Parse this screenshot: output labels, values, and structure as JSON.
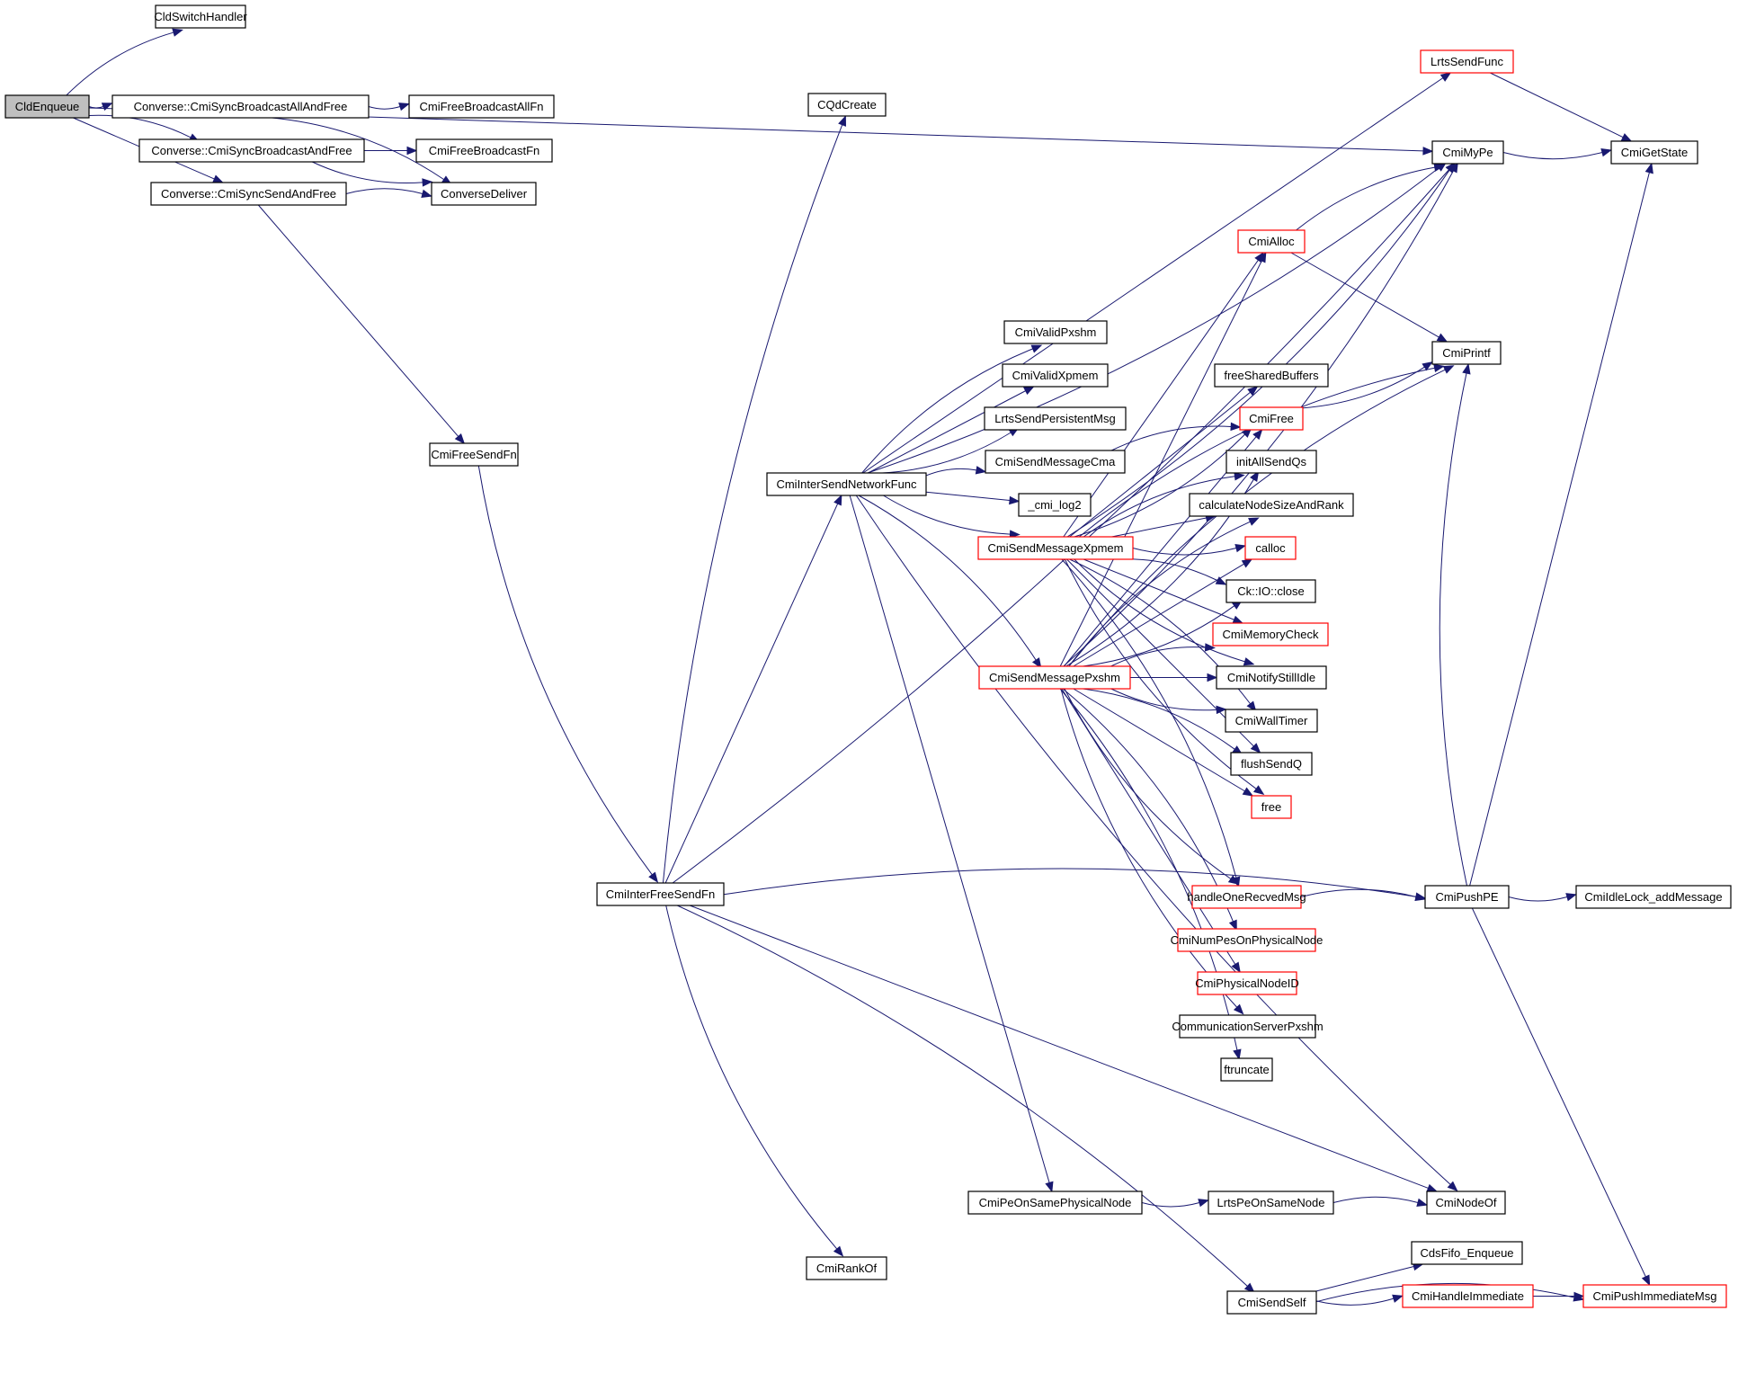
{
  "graph_title": "Call graph for CldEnqueue",
  "colors": {
    "edge": "#191970",
    "node_border": "#000000",
    "truncated_node_border": "#ff0000",
    "root_fill": "#bfbfbf"
  },
  "nodes": [
    {
      "id": "CldEnqueue",
      "label": "CldEnqueue",
      "style": "root"
    },
    {
      "id": "CldSwitchHandler",
      "label": "CldSwitchHandler",
      "style": "normal"
    },
    {
      "id": "SyncBcastAll",
      "label": "Converse::CmiSyncBroadcastAllAndFree",
      "style": "normal"
    },
    {
      "id": "FreeBcastAllFn",
      "label": "CmiFreeBroadcastAllFn",
      "style": "normal"
    },
    {
      "id": "SyncBcast",
      "label": "Converse::CmiSyncBroadcastAndFree",
      "style": "normal"
    },
    {
      "id": "FreeBcastFn",
      "label": "CmiFreeBroadcastFn",
      "style": "normal"
    },
    {
      "id": "SyncSend",
      "label": "Converse::CmiSyncSendAndFree",
      "style": "normal"
    },
    {
      "id": "ConverseDeliver",
      "label": "ConverseDeliver",
      "style": "normal"
    },
    {
      "id": "CmiFreeSendFn",
      "label": "CmiFreeSendFn",
      "style": "normal"
    },
    {
      "id": "CmiInterFreeSendFn",
      "label": "CmiInterFreeSendFn",
      "style": "normal"
    },
    {
      "id": "CQdCreate",
      "label": "CQdCreate",
      "style": "normal"
    },
    {
      "id": "CmiInterSendNetworkFunc",
      "label": "CmiInterSendNetworkFunc",
      "style": "normal"
    },
    {
      "id": "CmiValidPxshm",
      "label": "CmiValidPxshm",
      "style": "normal"
    },
    {
      "id": "CmiValidXpmem",
      "label": "CmiValidXpmem",
      "style": "normal"
    },
    {
      "id": "LrtsSendPersistentMsg",
      "label": "LrtsSendPersistentMsg",
      "style": "normal"
    },
    {
      "id": "CmiSendMessageCma",
      "label": "CmiSendMessageCma",
      "style": "normal"
    },
    {
      "id": "cmi_log2",
      "label": "_cmi_log2",
      "style": "normal"
    },
    {
      "id": "CmiSendMessageXpmem",
      "label": "CmiSendMessageXpmem",
      "style": "red"
    },
    {
      "id": "CmiSendMessagePxshm",
      "label": "CmiSendMessagePxshm",
      "style": "red"
    },
    {
      "id": "LrtsSendFunc",
      "label": "LrtsSendFunc",
      "style": "red"
    },
    {
      "id": "CmiMyPe",
      "label": "CmiMyPe",
      "style": "normal"
    },
    {
      "id": "CmiGetState",
      "label": "CmiGetState",
      "style": "normal"
    },
    {
      "id": "CmiAlloc",
      "label": "CmiAlloc",
      "style": "red"
    },
    {
      "id": "CmiPrintf",
      "label": "CmiPrintf",
      "style": "normal"
    },
    {
      "id": "freeSharedBuffers",
      "label": "freeSharedBuffers",
      "style": "normal"
    },
    {
      "id": "CmiFree",
      "label": "CmiFree",
      "style": "red"
    },
    {
      "id": "initAllSendQs",
      "label": "initAllSendQs",
      "style": "normal"
    },
    {
      "id": "calcNode",
      "label": "calculateNodeSizeAndRank",
      "style": "normal"
    },
    {
      "id": "calloc",
      "label": "calloc",
      "style": "red"
    },
    {
      "id": "CkIOclose",
      "label": "Ck::IO::close",
      "style": "normal"
    },
    {
      "id": "CmiMemoryCheck",
      "label": "CmiMemoryCheck",
      "style": "red"
    },
    {
      "id": "CmiNotifyStillIdle",
      "label": "CmiNotifyStillIdle",
      "style": "normal"
    },
    {
      "id": "CmiWallTimer",
      "label": "CmiWallTimer",
      "style": "normal"
    },
    {
      "id": "flushSendQ",
      "label": "flushSendQ",
      "style": "normal"
    },
    {
      "id": "free",
      "label": "free",
      "style": "red"
    },
    {
      "id": "handleOneRecvedMsg",
      "label": "handleOneRecvedMsg",
      "style": "red"
    },
    {
      "id": "CmiNumPesOnPhysicalNode",
      "label": "CmiNumPesOnPhysicalNode",
      "style": "red"
    },
    {
      "id": "CmiPhysicalNodeID",
      "label": "CmiPhysicalNodeID",
      "style": "red"
    },
    {
      "id": "CommServerPxshm",
      "label": "CommunicationServerPxshm",
      "style": "normal"
    },
    {
      "id": "ftruncate",
      "label": "ftruncate",
      "style": "normal"
    },
    {
      "id": "CmiPushPE",
      "label": "CmiPushPE",
      "style": "normal"
    },
    {
      "id": "CmiIdleLock",
      "label": "CmiIdleLock_addMessage",
      "style": "normal"
    },
    {
      "id": "CmiPeOnSamePhysicalNode",
      "label": "CmiPeOnSamePhysicalNode",
      "style": "normal"
    },
    {
      "id": "LrtsPeOnSameNode",
      "label": "LrtsPeOnSameNode",
      "style": "normal"
    },
    {
      "id": "CmiNodeOf",
      "label": "CmiNodeOf",
      "style": "normal"
    },
    {
      "id": "CmiRankOf",
      "label": "CmiRankOf",
      "style": "normal"
    },
    {
      "id": "CdsFifo_Enqueue",
      "label": "CdsFifo_Enqueue",
      "style": "normal"
    },
    {
      "id": "CmiSendSelf",
      "label": "CmiSendSelf",
      "style": "normal"
    },
    {
      "id": "CmiHandleImmediate",
      "label": "CmiHandleImmediate",
      "style": "red"
    },
    {
      "id": "CmiPushImmediateMsg",
      "label": "CmiPushImmediateMsg",
      "style": "red"
    }
  ],
  "edges": [
    [
      "CldEnqueue",
      "CldSwitchHandler"
    ],
    [
      "CldEnqueue",
      "CmiMyPe"
    ],
    [
      "CldEnqueue",
      "SyncBcastAll"
    ],
    [
      "CldEnqueue",
      "SyncBcast"
    ],
    [
      "CldEnqueue",
      "SyncSend"
    ],
    [
      "SyncBcastAll",
      "FreeBcastAllFn"
    ],
    [
      "SyncBcastAll",
      "ConverseDeliver"
    ],
    [
      "SyncBcast",
      "FreeBcastFn"
    ],
    [
      "SyncBcast",
      "ConverseDeliver"
    ],
    [
      "SyncSend",
      "ConverseDeliver"
    ],
    [
      "SyncSend",
      "CmiFreeSendFn"
    ],
    [
      "CmiFreeSendFn",
      "CmiInterFreeSendFn"
    ],
    [
      "CmiInterFreeSendFn",
      "CQdCreate"
    ],
    [
      "CmiInterFreeSendFn",
      "CmiInterSendNetworkFunc"
    ],
    [
      "CmiInterFreeSendFn",
      "CmiMyPe"
    ],
    [
      "CmiInterFreeSendFn",
      "CmiPushPE"
    ],
    [
      "CmiInterFreeSendFn",
      "CmiNodeOf"
    ],
    [
      "CmiInterFreeSendFn",
      "CmiRankOf"
    ],
    [
      "CmiInterFreeSendFn",
      "CmiSendSelf"
    ],
    [
      "CmiInterSendNetworkFunc",
      "LrtsSendFunc"
    ],
    [
      "CmiInterSendNetworkFunc",
      "CmiMyPe"
    ],
    [
      "CmiInterSendNetworkFunc",
      "CmiValidPxshm"
    ],
    [
      "CmiInterSendNetworkFunc",
      "CmiValidXpmem"
    ],
    [
      "CmiInterSendNetworkFunc",
      "LrtsSendPersistentMsg"
    ],
    [
      "CmiInterSendNetworkFunc",
      "CmiSendMessageCma"
    ],
    [
      "CmiInterSendNetworkFunc",
      "cmi_log2"
    ],
    [
      "CmiInterSendNetworkFunc",
      "CmiSendMessageXpmem"
    ],
    [
      "CmiInterSendNetworkFunc",
      "CmiSendMessagePxshm"
    ],
    [
      "CmiInterSendNetworkFunc",
      "CmiPeOnSamePhysicalNode"
    ],
    [
      "CmiInterSendNetworkFunc",
      "CmiNodeOf"
    ],
    [
      "CmiSendMessageCma",
      "CmiFree"
    ],
    [
      "CmiSendMessageXpmem",
      "CmiAlloc"
    ],
    [
      "CmiSendMessageXpmem",
      "CmiMyPe"
    ],
    [
      "CmiSendMessageXpmem",
      "CmiPrintf"
    ],
    [
      "CmiSendMessageXpmem",
      "freeSharedBuffers"
    ],
    [
      "CmiSendMessageXpmem",
      "CmiFree"
    ],
    [
      "CmiSendMessageXpmem",
      "initAllSendQs"
    ],
    [
      "CmiSendMessageXpmem",
      "calcNode"
    ],
    [
      "CmiSendMessageXpmem",
      "calloc"
    ],
    [
      "CmiSendMessageXpmem",
      "CkIOclose"
    ],
    [
      "CmiSendMessageXpmem",
      "CmiMemoryCheck"
    ],
    [
      "CmiSendMessageXpmem",
      "CmiNotifyStillIdle"
    ],
    [
      "CmiSendMessageXpmem",
      "CmiWallTimer"
    ],
    [
      "CmiSendMessageXpmem",
      "flushSendQ"
    ],
    [
      "CmiSendMessageXpmem",
      "free"
    ],
    [
      "CmiSendMessageXpmem",
      "handleOneRecvedMsg"
    ],
    [
      "CmiSendMessagePxshm",
      "CmiAlloc"
    ],
    [
      "CmiSendMessagePxshm",
      "CmiMyPe"
    ],
    [
      "CmiSendMessagePxshm",
      "CmiPrintf"
    ],
    [
      "CmiSendMessagePxshm",
      "CmiFree"
    ],
    [
      "CmiSendMessagePxshm",
      "initAllSendQs"
    ],
    [
      "CmiSendMessagePxshm",
      "calcNode"
    ],
    [
      "CmiSendMessagePxshm",
      "calloc"
    ],
    [
      "CmiSendMessagePxshm",
      "CkIOclose"
    ],
    [
      "CmiSendMessagePxshm",
      "CmiMemoryCheck"
    ],
    [
      "CmiSendMessagePxshm",
      "CmiNotifyStillIdle"
    ],
    [
      "CmiSendMessagePxshm",
      "CmiWallTimer"
    ],
    [
      "CmiSendMessagePxshm",
      "flushSendQ"
    ],
    [
      "CmiSendMessagePxshm",
      "free"
    ],
    [
      "CmiSendMessagePxshm",
      "handleOneRecvedMsg"
    ],
    [
      "CmiSendMessagePxshm",
      "CmiNumPesOnPhysicalNode"
    ],
    [
      "CmiSendMessagePxshm",
      "CmiPhysicalNodeID"
    ],
    [
      "CmiSendMessagePxshm",
      "CommServerPxshm"
    ],
    [
      "CmiSendMessagePxshm",
      "ftruncate"
    ],
    [
      "LrtsSendFunc",
      "CmiGetState"
    ],
    [
      "CmiMyPe",
      "CmiGetState"
    ],
    [
      "CmiAlloc",
      "CmiMyPe"
    ],
    [
      "CmiAlloc",
      "CmiPrintf"
    ],
    [
      "CmiFree",
      "CmiPrintf"
    ],
    [
      "handleOneRecvedMsg",
      "CmiPushPE"
    ],
    [
      "CmiPushPE",
      "CmiGetState"
    ],
    [
      "CmiPushPE",
      "CmiIdleLock"
    ],
    [
      "CmiPushPE",
      "CmiPrintf"
    ],
    [
      "CmiPushPE",
      "CmiPushImmediateMsg"
    ],
    [
      "CmiPeOnSamePhysicalNode",
      "LrtsPeOnSameNode"
    ],
    [
      "LrtsPeOnSameNode",
      "CmiNodeOf"
    ],
    [
      "CmiSendSelf",
      "CdsFifo_Enqueue"
    ],
    [
      "CmiSendSelf",
      "CmiHandleImmediate"
    ],
    [
      "CmiSendSelf",
      "CmiPushImmediateMsg"
    ],
    [
      "CmiHandleImmediate",
      "CmiPushImmediateMsg"
    ]
  ]
}
